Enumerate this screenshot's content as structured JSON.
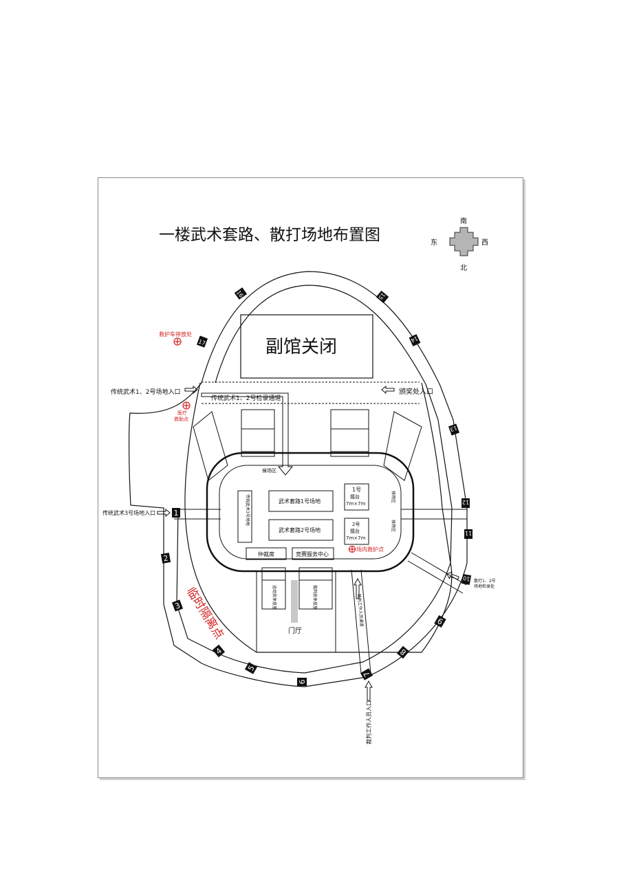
{
  "title": "一楼武术套路、散打场地布置图",
  "compass": {
    "south": "南",
    "north": "北",
    "east": "东",
    "west": "西"
  },
  "closed_hall": "副馆关闭",
  "labels": {
    "ambulance_parking": "救护车停放处",
    "medical_point": [
      "医疗",
      "救助点"
    ],
    "entrance_traditional_12": "传统武术1、2号场地入口",
    "checkin_channel": "传统武术1、2号检录通道",
    "award_entrance": "颁奖处入口",
    "waiting_area": "候场区",
    "entrance_traditional_3": "传统武术3号场地入口",
    "quarantine_point": "临时隔离点",
    "lobby": "门厅",
    "staff_entrance": "裁判工作人员入口",
    "staff_channel": "裁判工作人员通道",
    "sanda_checkin": [
      "散打1、2号",
      "场地检录处"
    ],
    "onsite_first_aid": "场内救护点",
    "traditional_3_field": "传统武术3号场地",
    "routine_field_1": "武术套路1号场地",
    "routine_field_2": "武术套路2号场地",
    "ring_1": [
      "1号",
      "擂台",
      "7m×7m"
    ],
    "ring_2": [
      "2号",
      "擂台",
      "7m×7m"
    ],
    "referee_table": "仲裁席",
    "service_center": "竞赛服务中心",
    "waiting_side_1": "候场区",
    "waiting_side_2": "候场区",
    "lounge_left": "运动员休息室",
    "lounge_right": "裁判员休息室"
  },
  "gates": [
    "1",
    "2",
    "3",
    "4",
    "5",
    "6",
    "7",
    "8",
    "9",
    "10",
    "11",
    "12",
    "13",
    "14",
    "15",
    "16",
    "17"
  ],
  "colors": {
    "line": "#111111",
    "red": "#d42020",
    "compass_fill": "#b5b5b5"
  }
}
